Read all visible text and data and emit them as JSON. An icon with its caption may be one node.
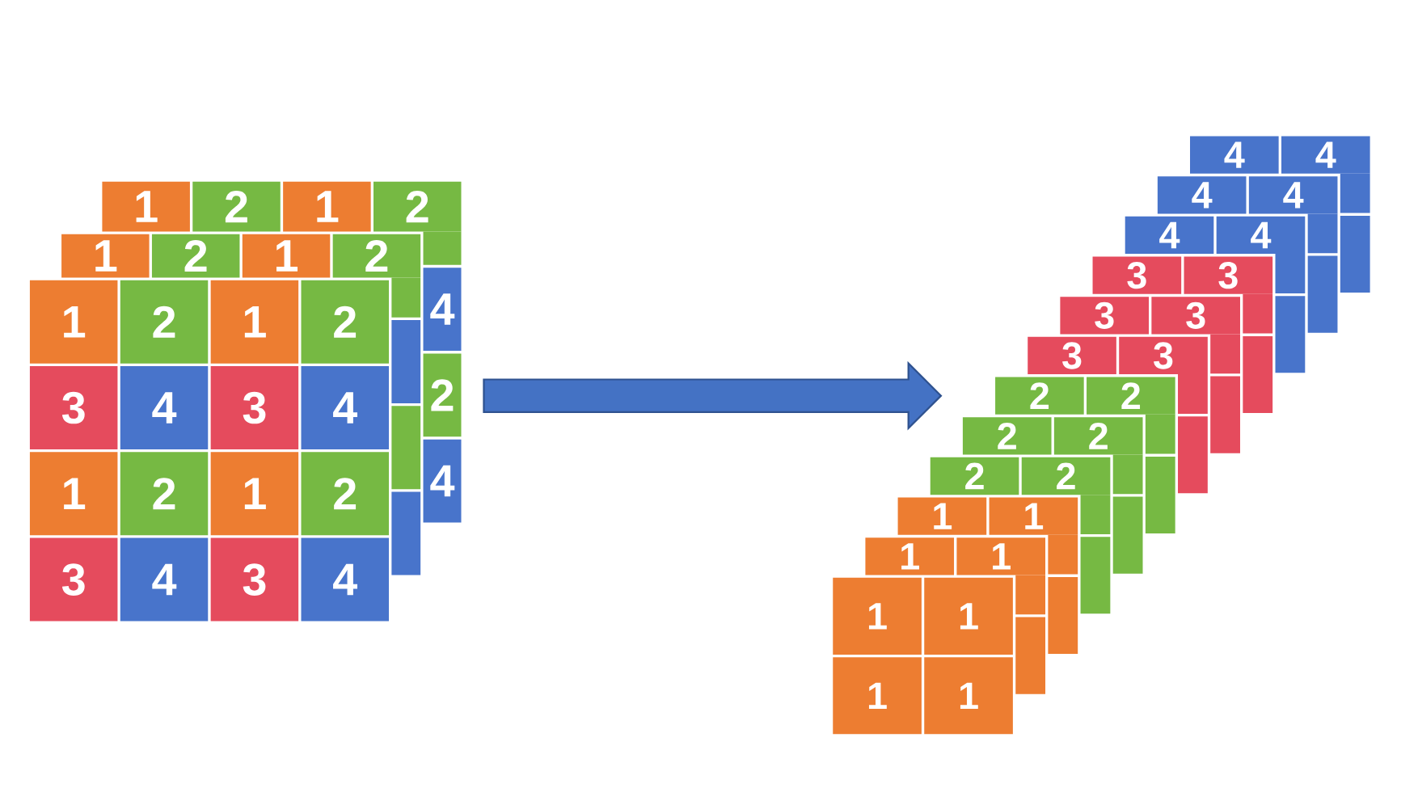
{
  "diagram": {
    "nodes": [
      {
        "text": [
          "1"
        ]
      },
      {
        "text": [
          "2"
        ]
      },
      {
        "text": [
          "1"
        ]
      },
      {
        "text": [
          "2"
        ]
      },
      {
        "text": [],
        "shape": "box"
      },
      {
        "text": [
          "4"
        ]
      },
      {
        "text": [
          "2"
        ]
      },
      {
        "text": [
          "4"
        ]
      },
      {
        "text": [
          "1"
        ]
      },
      {
        "text": [
          "2"
        ]
      },
      {
        "text": [
          "1"
        ]
      },
      {
        "text": [
          "2"
        ]
      },
      {
        "text": [],
        "shape": "box"
      },
      {
        "text": [],
        "shape": "box"
      },
      {
        "text": [],
        "shape": "box"
      },
      {
        "text": [],
        "shape": "box"
      },
      {
        "text": [
          "1"
        ]
      },
      {
        "text": [
          "2"
        ]
      },
      {
        "text": [
          "1"
        ]
      },
      {
        "text": [
          "2"
        ]
      },
      {
        "text": [
          "3"
        ]
      },
      {
        "text": [
          "4"
        ]
      },
      {
        "text": [
          "3"
        ]
      },
      {
        "text": [
          "4"
        ]
      },
      {
        "text": [
          "1"
        ]
      },
      {
        "text": [
          "2"
        ]
      },
      {
        "text": [
          "1"
        ]
      },
      {
        "text": [
          "2"
        ]
      },
      {
        "text": [
          "3"
        ]
      },
      {
        "text": [
          "4"
        ]
      },
      {
        "text": [
          "3"
        ]
      },
      {
        "text": [
          "4"
        ]
      },
      {
        "text": [
          "4"
        ]
      },
      {
        "text": [
          "4"
        ]
      },
      {
        "text": [],
        "shape": "box"
      },
      {
        "text": [],
        "shape": "box"
      },
      {
        "text": [
          "4"
        ]
      },
      {
        "text": [
          "4"
        ]
      },
      {
        "text": [],
        "shape": "box"
      },
      {
        "text": [],
        "shape": "box"
      },
      {
        "text": [
          "4"
        ]
      },
      {
        "text": [
          "4"
        ]
      },
      {
        "text": [],
        "shape": "box"
      },
      {
        "text": [],
        "shape": "box"
      },
      {
        "text": [
          "3"
        ]
      },
      {
        "text": [
          "3"
        ]
      },
      {
        "text": [],
        "shape": "box"
      },
      {
        "text": [],
        "shape": "box"
      },
      {
        "text": [
          "3"
        ]
      },
      {
        "text": [
          "3"
        ]
      },
      {
        "text": [],
        "shape": "box"
      },
      {
        "text": [],
        "shape": "box"
      },
      {
        "text": [
          "3"
        ]
      },
      {
        "text": [
          "3"
        ]
      },
      {
        "text": [],
        "shape": "box"
      },
      {
        "text": [],
        "shape": "box"
      },
      {
        "text": [
          "2"
        ]
      },
      {
        "text": [
          "2"
        ]
      },
      {
        "text": [],
        "shape": "box"
      },
      {
        "text": [],
        "shape": "box"
      },
      {
        "text": [
          "2"
        ]
      },
      {
        "text": [
          "2"
        ]
      },
      {
        "text": [],
        "shape": "box"
      },
      {
        "text": [],
        "shape": "box"
      },
      {
        "text": [
          "2"
        ]
      },
      {
        "text": [
          "2"
        ]
      },
      {
        "text": [],
        "shape": "box"
      },
      {
        "text": [],
        "shape": "box"
      },
      {
        "text": [
          "1"
        ]
      },
      {
        "text": [
          "1"
        ]
      },
      {
        "text": [],
        "shape": "box"
      },
      {
        "text": [],
        "shape": "box"
      },
      {
        "text": [
          "1"
        ]
      },
      {
        "text": [
          "1"
        ]
      },
      {
        "text": [],
        "shape": "box"
      },
      {
        "text": [],
        "shape": "box"
      },
      {
        "text": [
          "1"
        ]
      },
      {
        "text": [
          "1"
        ]
      },
      {
        "text": [
          "1"
        ]
      },
      {
        "text": [
          "1"
        ]
      }
    ],
    "edges": [
      {
        "from": 23,
        "to": 56,
        "arrow": "to"
      }
    ]
  }
}
